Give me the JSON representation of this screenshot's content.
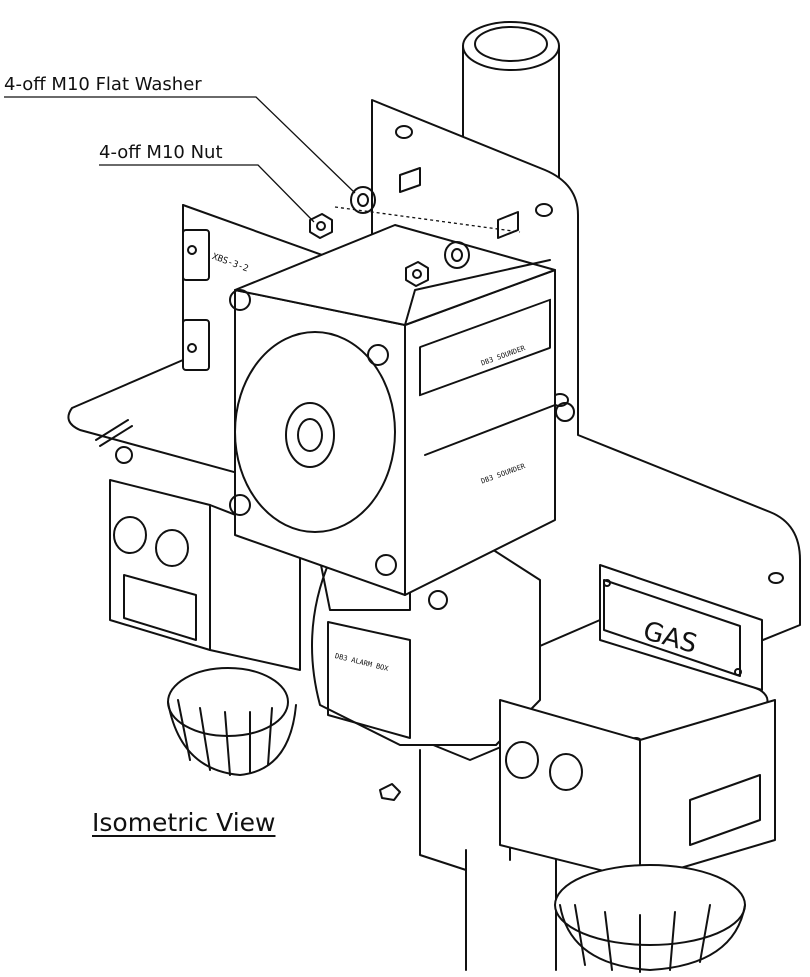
{
  "diagram": {
    "callouts": {
      "washer": "4-off M10 Flat Washer",
      "nut": "4-off M10 Nut"
    },
    "view_title": "Isometric View",
    "plate_label": "GAS",
    "module_labels": {
      "sounder_top": "DB3 SOUNDER",
      "sounder_bottom": "DB3 SOUNDER",
      "alarm_box": "DB3 ALARM BOX",
      "plate_id": "XBS-3-2"
    }
  }
}
